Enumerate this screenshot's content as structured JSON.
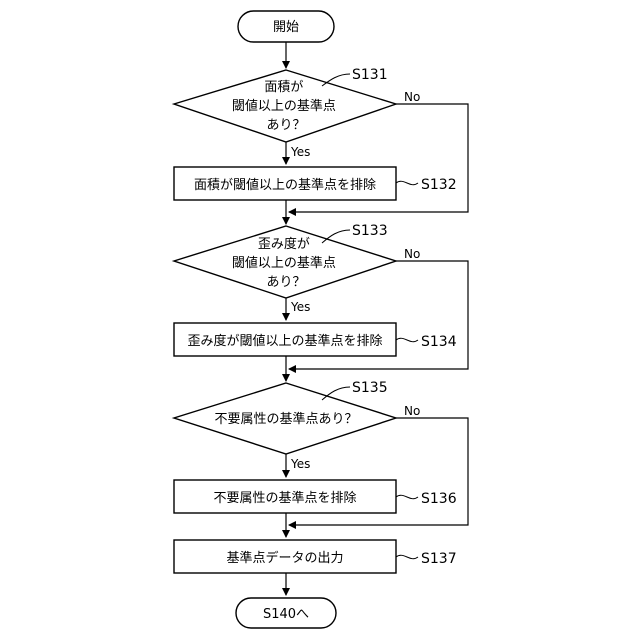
{
  "nodes": {
    "start": {
      "label": "開始"
    },
    "d1": {
      "lines": [
        "面積が",
        "閾値以上の基準点",
        "あり？"
      ],
      "step": "S131"
    },
    "p1": {
      "label": "面積が閾値以上の基準点を排除",
      "step": "S132"
    },
    "d2": {
      "lines": [
        "歪み度が",
        "閾値以上の基準点",
        "あり？"
      ],
      "step": "S133"
    },
    "p2": {
      "label": "歪み度が閾値以上の基準点を排除",
      "step": "S134"
    },
    "d3": {
      "lines": [
        "不要属性の基準点あり？"
      ],
      "step": "S135"
    },
    "p3": {
      "label": "不要属性の基準点を排除",
      "step": "S136"
    },
    "p4": {
      "label": "基準点データの出力",
      "step": "S137"
    },
    "end": {
      "label": "S140へ"
    }
  },
  "branch_labels": {
    "yes": "Yes",
    "no": "No"
  }
}
